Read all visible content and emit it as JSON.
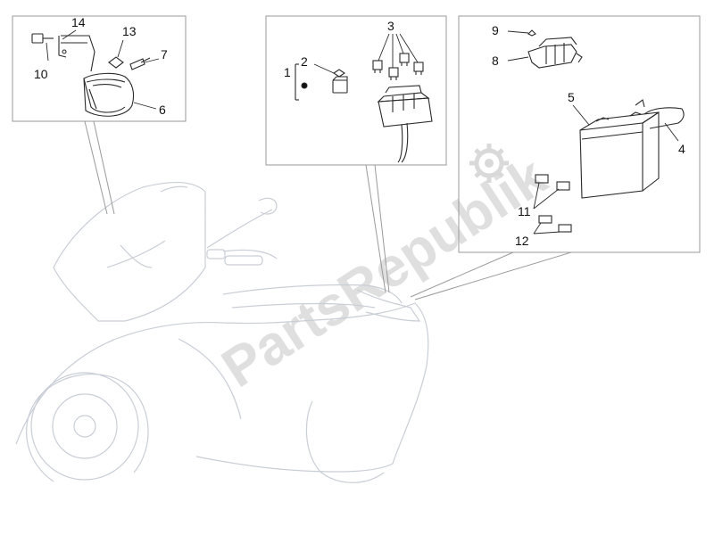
{
  "diagram": {
    "labels": {
      "l1": "1",
      "l2": "2",
      "l3": "3",
      "l4": "4",
      "l5": "5",
      "l6": "6",
      "l7": "7",
      "l8": "8",
      "l9": "9",
      "l10": "10",
      "l11": "11",
      "l12": "12",
      "l13": "13",
      "l14": "14"
    },
    "watermark": "PartsRepublik"
  },
  "colors": {
    "line": "#2a2a2a",
    "box": "#9a9a9a",
    "scooter": "#c9ced6",
    "watermark": "#d9d9d9"
  }
}
